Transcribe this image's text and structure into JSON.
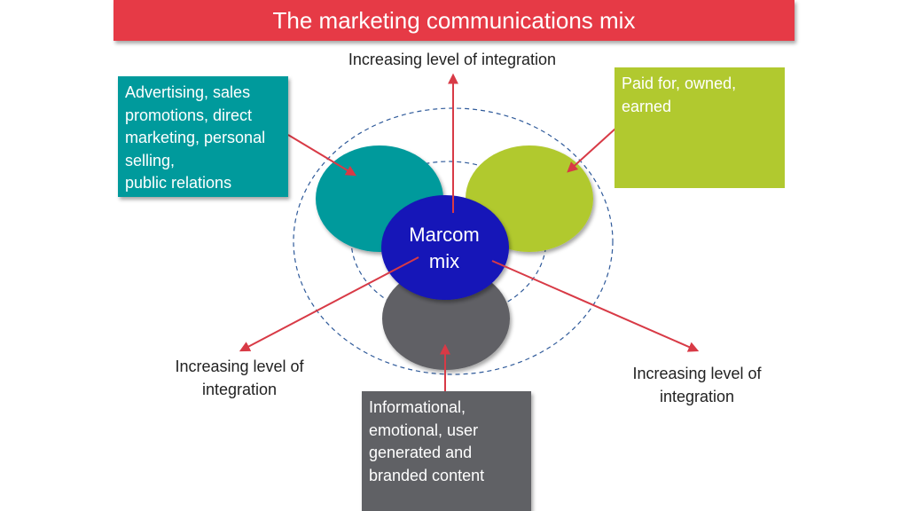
{
  "title": "The marketing communications mix",
  "center": {
    "label": "Marcom\nmix"
  },
  "axes": {
    "top": "Increasing level of integration",
    "left": "Increasing level of\nintegration",
    "right": "Increasing level of\nintegration"
  },
  "boxes": {
    "teal": "Advertising, sales\npromotions, direct\nmarketing, personal\nselling,\npublic relations",
    "green": "Paid for, owned,\nearned",
    "gray": "Informational,\nemotional, user\ngenerated and\nbranded content"
  },
  "colors": {
    "title_bg": "#e63a46",
    "teal": "#009a9c",
    "green": "#b1c92f",
    "gray": "#606165",
    "center": "#1414b8",
    "arrow": "#d83a46",
    "dashed": "#2f5a9a"
  }
}
